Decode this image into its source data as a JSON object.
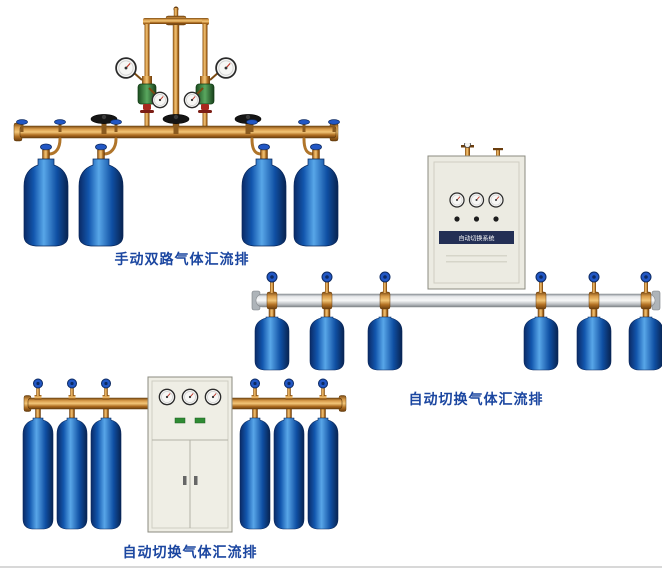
{
  "page": {
    "background": "#ffffff",
    "bottom_border_color": "#d8d8d8"
  },
  "colors": {
    "brass": "#b0752a",
    "brass_dark": "#6b3e0e",
    "cylinder_blue": "#1256ad",
    "cylinder_highlight": "#58a6e8",
    "knob_blue": "#2257c4",
    "caption_blue": "#1b46a0",
    "cabinet_body": "#ecebe2",
    "cabinet_strip": "#232f55",
    "rail_silver": "#e8eaec",
    "gauge_face": "#f7f7f5",
    "gauge_needle": "#c0392b",
    "regulator_green": "#5aa85f",
    "handwheel_black": "#151515"
  },
  "scenes": [
    {
      "name": "manual-dual-gas-manifold",
      "caption": "手动双路气体汇流排",
      "cylinder_count": 4,
      "gauge_count": 4,
      "handwheel_count": 3
    },
    {
      "name": "auto-switch-gas-manifold-wall",
      "caption": "自动切换气体汇流排",
      "cabinet_label": "自动切换系统",
      "cylinder_count": 6,
      "gauge_count": 3
    },
    {
      "name": "auto-switch-gas-manifold-cabinet",
      "caption": "自动切换气体汇流排",
      "cylinder_count": 6,
      "gauge_count": 3
    }
  ]
}
